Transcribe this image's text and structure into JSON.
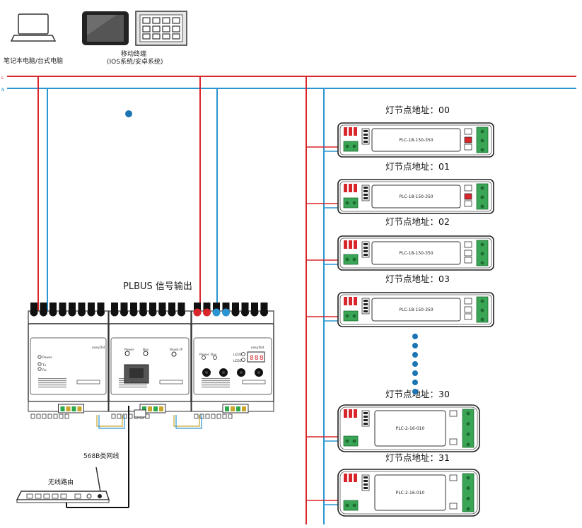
{
  "devices": {
    "laptop_label": "笔记本电脑/台式电脑",
    "mobile_label": "移动终端",
    "mobile_sublabel": "(IOS系统/安卓系统)"
  },
  "power": {
    "l_label": "L",
    "n_label": "N"
  },
  "bus_title": "PLBUS 信号输出",
  "router_label": "无线路由",
  "cable_label": "568B类网线",
  "colors": {
    "live": "#d9262c",
    "neutral": "#2a95d0",
    "dot": "#1b75b3"
  },
  "modules": {
    "left": {
      "power": "Power",
      "tx": "Tx",
      "rx": "Rx",
      "brand": "easyDot"
    },
    "middle": {
      "power": "Power",
      "bus": "Bus",
      "reset": "Reset IP"
    },
    "right": {
      "power": "Power",
      "bus": "Bus",
      "led1": "LED1",
      "led2": "LED2",
      "brand": "easyDot"
    }
  },
  "nodes": [
    {
      "title": "灯节点地址：00",
      "model": "PLC-18-150-350"
    },
    {
      "title": "灯节点地址：01",
      "model": "PLC-18-150-350"
    },
    {
      "title": "灯节点地址：02",
      "model": "PLC-18-150-350"
    },
    {
      "title": "灯节点地址：03",
      "model": "PLC-18-150-350"
    },
    {
      "title": "灯节点地址：30",
      "model": "PLC-2-16-010"
    },
    {
      "title": "灯节点地址：31",
      "model": "PLC-2-16-010"
    }
  ]
}
